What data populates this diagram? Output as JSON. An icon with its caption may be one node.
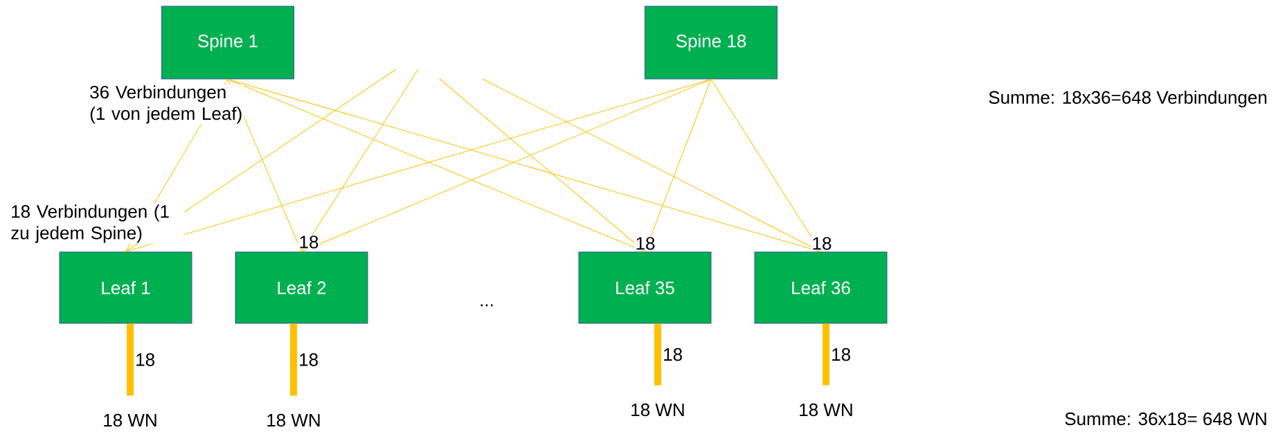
{
  "diagram": {
    "nodes": [
      {
        "text": [
          "Spine 1"
        ],
        "beside": [
          "36 Verbindungen (1 von jedem Leaf)"
        ]
      },
      {
        "text": [
          "Spine 18"
        ]
      },
      {
        "text": [
          "Leaf 1"
        ],
        "beside": [
          "18 Verbindungen (1 zu jedem Spine)"
        ]
      },
      {
        "text": [
          "Leaf 2"
        ],
        "beside": [
          "18"
        ]
      },
      {
        "text": [
          "Leaf 35"
        ],
        "beside": [
          "18"
        ]
      },
      {
        "text": [
          "Leaf 36"
        ],
        "beside": [
          "18"
        ]
      },
      {
        "text": [
          "18 WN"
        ]
      },
      {
        "text": [
          "18 WN"
        ]
      },
      {
        "text": [
          "18 WN"
        ]
      },
      {
        "text": [
          "18 WN"
        ]
      }
    ],
    "edges": [
      {
        "from": 0,
        "to": 2,
        "arrow": "none"
      },
      {
        "from": 0,
        "to": 3,
        "arrow": "none"
      },
      {
        "from": 0,
        "to": 4,
        "arrow": "none"
      },
      {
        "from": 0,
        "to": 5,
        "arrow": "none"
      },
      {
        "from": 1,
        "to": 2,
        "arrow": "none"
      },
      {
        "from": 1,
        "to": 3,
        "arrow": "none"
      },
      {
        "from": 1,
        "to": 4,
        "arrow": "none"
      },
      {
        "from": 1,
        "to": 5,
        "arrow": "none"
      },
      {
        "from": null,
        "to": 2,
        "arrow": "none"
      },
      {
        "from": null,
        "to": 3,
        "arrow": "none"
      },
      {
        "from": null,
        "to": 4,
        "arrow": "none"
      },
      {
        "from": null,
        "to": 5,
        "arrow": "none"
      },
      {
        "from": 2,
        "to": 6,
        "arrow": "none",
        "label": "18",
        "style": "thick"
      },
      {
        "from": 3,
        "to": 7,
        "arrow": "none",
        "label": "18",
        "style": "thick"
      },
      {
        "from": 4,
        "to": 8,
        "arrow": "none",
        "label": "18",
        "style": "thick"
      },
      {
        "from": 5,
        "to": 9,
        "arrow": "none",
        "label": "18",
        "style": "thick"
      }
    ],
    "labels": [
      "...",
      "Summe: 18x36=648 Verbindungen",
      "Summe: 36x18= 648 WN"
    ]
  }
}
